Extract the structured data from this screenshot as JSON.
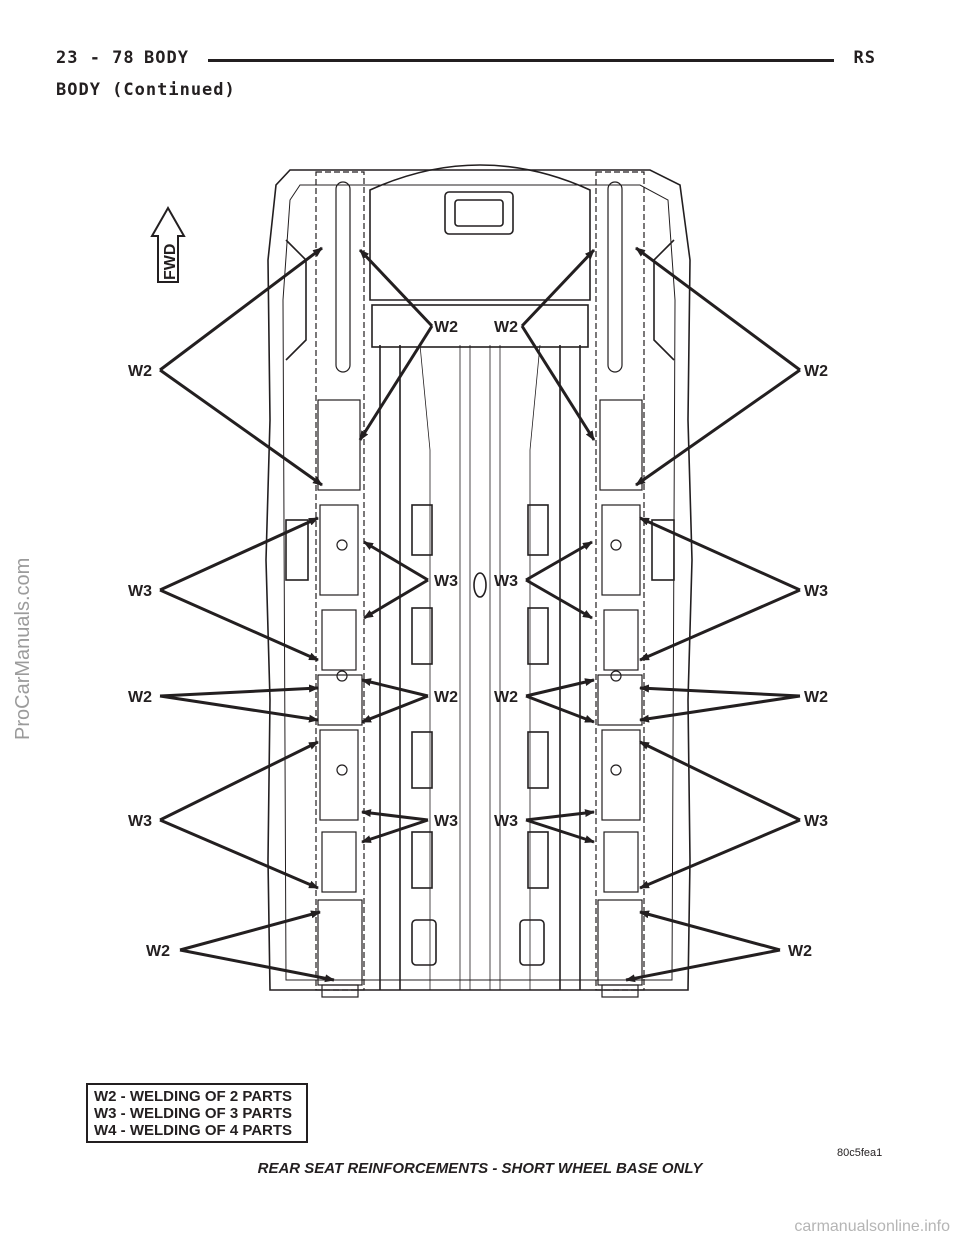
{
  "header": {
    "page_number": "23 - 78",
    "section": "BODY",
    "vehicle_code": "RS",
    "continued": "BODY (Continued)"
  },
  "diagram": {
    "fwd_label": "FWD",
    "callouts": {
      "l_w2_a": "W2",
      "l_w3_a": "W3",
      "l_w2_b": "W2",
      "l_w3_b": "W3",
      "l_w2_c": "W2",
      "r_w2_a": "W2",
      "r_w3_a": "W3",
      "r_w2_b": "W2",
      "r_w3_b": "W3",
      "r_w2_c": "W2",
      "c_w2_top_l": "W2",
      "c_w2_top_r": "W2",
      "c_w3_a_l": "W3",
      "c_w3_a_r": "W3",
      "c_w2_b_l": "W2",
      "c_w2_b_r": "W2",
      "c_w3_b_l": "W3",
      "c_w3_b_r": "W3"
    }
  },
  "legend": {
    "line1": "W2 - WELDING OF 2 PARTS",
    "line2": "W3 - WELDING OF 3 PARTS",
    "line3": "W4 - WELDING OF 4 PARTS"
  },
  "figure_id": "80c5fea1",
  "caption": "REAR SEAT REINFORCEMENTS - SHORT WHEEL BASE ONLY",
  "watermark_side": "ProCarManuals.com",
  "watermark_footer": "carmanualsonline.info",
  "colors": {
    "ink": "#231f20",
    "watermark": "#9b9b9b"
  }
}
